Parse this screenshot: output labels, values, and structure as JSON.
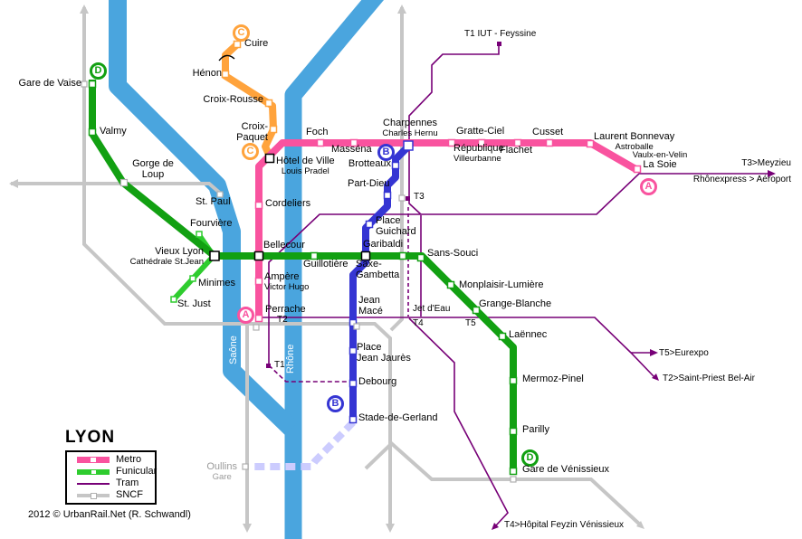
{
  "map_title": "LYON",
  "copyright": "2012 © UrbanRail.Net (R. Schwandl)",
  "legend": {
    "metro": "Metro",
    "funicular": "Funicular",
    "tram": "Tram",
    "sncf": "SNCF"
  },
  "rivers": {
    "saone": "Saône",
    "rhone": "Rhône"
  },
  "colors": {
    "metro_a": "#f9539f",
    "metro_b": "#3535d3",
    "metro_c": "#ffa33c",
    "metro_d": "#12a012",
    "funicular": "#2ecc2e",
    "tram": "#770077",
    "sncf": "#c6c6c6",
    "river": "#4aa5de",
    "construction": "#ccccfe",
    "interchange": "#000000",
    "label_gray": "#9a9a9a"
  },
  "lines": {
    "metro_a": {
      "badge": "A",
      "stations": [
        {
          "name": "Perrache"
        },
        {
          "name": "Ampère",
          "sub": "Victor Hugo"
        },
        {
          "name": "Bellecour"
        },
        {
          "name": "Cordeliers"
        },
        {
          "name": "Hôtel de Ville",
          "sub": "Louis Pradel"
        },
        {
          "name": "Foch"
        },
        {
          "name": "Masséna"
        },
        {
          "name": "Charpennes",
          "sub": "Charles Hernu"
        },
        {
          "name": "République",
          "sub": "Villeurbanne"
        },
        {
          "name": "Gratte-Ciel"
        },
        {
          "name": "Flachet"
        },
        {
          "name": "Cusset"
        },
        {
          "name": "Laurent Bonnevay",
          "sub": "Astroballe"
        },
        {
          "name": "La Soie",
          "sub": "Vaulx-en-Velin"
        }
      ]
    },
    "metro_b": {
      "badge": "B",
      "stations": [
        {
          "name": "Brotteaux"
        },
        {
          "name": "Part-Dieu"
        },
        {
          "name": "Place Guichard",
          "lines": [
            "Place",
            "Guichard"
          ]
        },
        {
          "name": "Saxe-Gambetta",
          "lines": [
            "Saxe-",
            "Gambetta"
          ]
        },
        {
          "name": "Jean Macé",
          "lines": [
            "Jean",
            "Macé"
          ]
        },
        {
          "name": "Place Jean Jaurès",
          "lines": [
            "Place",
            "Jean Jaurès"
          ]
        },
        {
          "name": "Debourg"
        },
        {
          "name": "Stade-de-Gerland"
        }
      ]
    },
    "metro_c": {
      "badge": "C",
      "stations": [
        {
          "name": "Cuire"
        },
        {
          "name": "Hénon"
        },
        {
          "name": "Croix-Rousse"
        },
        {
          "name": "Croix-Paquet",
          "lines": [
            "Croix-",
            "Paquet"
          ]
        }
      ]
    },
    "metro_d": {
      "badge": "D",
      "stations": [
        {
          "name": "Gare de Vaise"
        },
        {
          "name": "Valmy"
        },
        {
          "name": "Gorge de Loup",
          "lines": [
            "Gorge de",
            "Loup"
          ]
        },
        {
          "name": "Vieux Lyon",
          "sub": "Cathédrale St.Jean"
        },
        {
          "name": "Guillotière"
        },
        {
          "name": "Garibaldi"
        },
        {
          "name": "Sans-Souci"
        },
        {
          "name": "Monplaisir-Lumière"
        },
        {
          "name": "Grange-Blanche"
        },
        {
          "name": "Laënnec"
        },
        {
          "name": "Mermoz-Pinel"
        },
        {
          "name": "Parilly"
        },
        {
          "name": "Gare de Vénissieux"
        }
      ]
    },
    "funicular": {
      "stations": [
        {
          "name": "Fourvière"
        },
        {
          "name": "Minimes"
        },
        {
          "name": "St. Just"
        }
      ]
    },
    "sncf": {
      "stations": [
        {
          "name": "St. Paul"
        },
        {
          "name": "Oullins",
          "sub": "Gare"
        }
      ]
    }
  },
  "trams": {
    "t1_terminus": "T1 IUT - Feyssine",
    "t3_east": "T3>Meyzieu",
    "rhonexpress": "Rhônexpress > Aéroport",
    "t5_east": "T5>Eurexpo",
    "t2_east": "T2>Saint-Priest Bel-Air",
    "t4_south": "T4>Hôpital Feyzin Vénissieux",
    "t1": "T1",
    "t2": "T2",
    "t3": "T3",
    "t4": "T4",
    "t5": "T5",
    "jet_deau": "Jet d'Eau"
  }
}
